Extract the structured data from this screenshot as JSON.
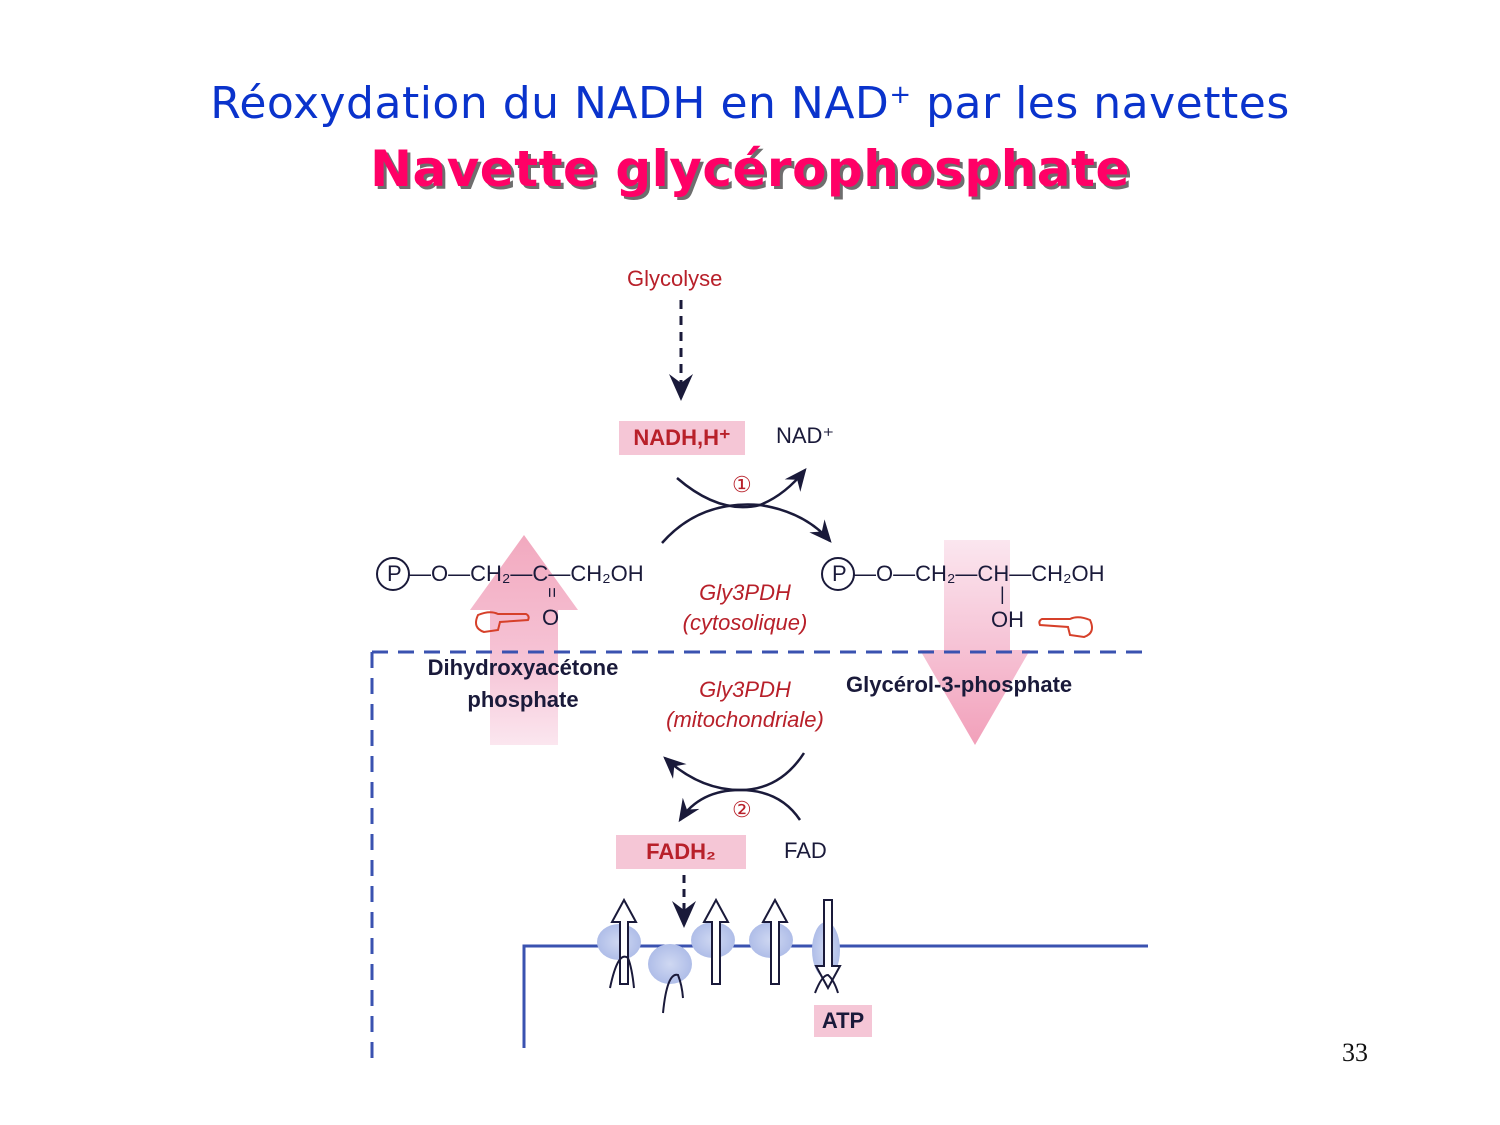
{
  "slide": {
    "title_line1_prefix": "Réoxydation du NADH en NAD",
    "title_line1_sup": "+",
    "title_line1_suffix": " par les navettes",
    "title_line2": "Navette glycérophosphate",
    "page_number": "33"
  },
  "diagram": {
    "glycolyse": "Glycolyse",
    "nadh": "NADH,H⁺",
    "nad": "NAD⁺",
    "step1": "①",
    "step2": "②",
    "enzyme_cyto_name": "Gly3PDH",
    "enzyme_cyto_loc": "(cytosolique)",
    "enzyme_mito_name": "Gly3PDH",
    "enzyme_mito_loc": "(mitochondriale)",
    "dhap_formula": {
      "p": "P",
      "chain": "—O—CH₂—C—CH₂OH",
      "double_bond": "=",
      "oxygen": "O"
    },
    "g3p_formula": {
      "p": "P",
      "chain": "—O—CH₂—CH—CH₂OH",
      "single_bond": "|",
      "hydroxyl": "OH"
    },
    "dhap_name_line1": "Dihydroxyacétone",
    "dhap_name_line2": "phosphate",
    "g3p_name": "Glycérol-3-phosphate",
    "fadh2": "FADH₂",
    "fad": "FAD",
    "atp": "ATP",
    "colors": {
      "title_blue": "#0a33cc",
      "title_pink": "#ff0066",
      "label_red": "#b8202a",
      "membrane_blue": "#3a52b0",
      "highlight_pink": "#f5c6d6"
    }
  }
}
